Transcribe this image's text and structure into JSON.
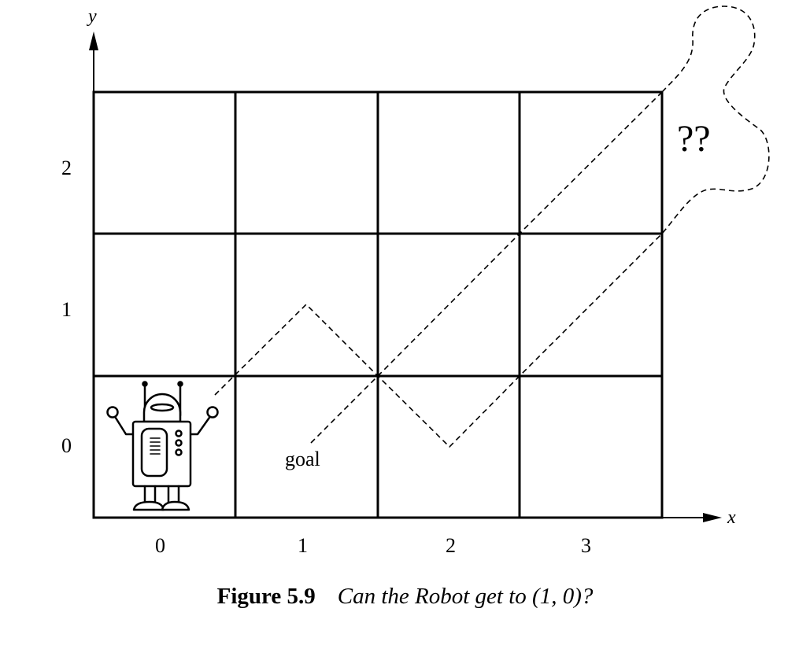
{
  "diagram": {
    "x_axis_name": "x",
    "y_axis_name": "y",
    "x_tick_labels": [
      "0",
      "1",
      "2",
      "3"
    ],
    "y_tick_labels": [
      "0",
      "1",
      "2"
    ],
    "goal_label": "goal",
    "unknown_label": "??",
    "colors": {
      "ink": "#000000",
      "background": "#ffffff"
    },
    "icons": [
      "robot-icon"
    ]
  },
  "caption": {
    "number": "Figure 5.9",
    "text": "Can the Robot get to (1, 0)?"
  }
}
